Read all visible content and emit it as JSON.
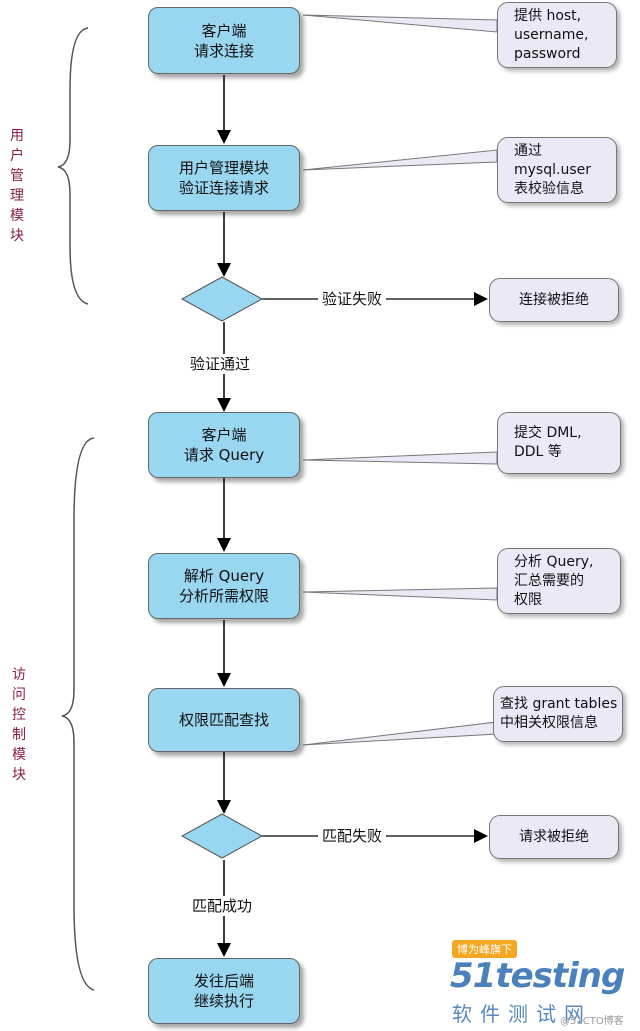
{
  "nodes": {
    "client_connect": [
      "客户端",
      "请求连接"
    ],
    "user_module_verify": [
      "用户管理模块",
      "验证连接请求"
    ],
    "client_query": [
      "客户端",
      "请求 Query"
    ],
    "parse_query": [
      "解析 Query",
      "分析所需权限"
    ],
    "permission_lookup": [
      "权限匹配查找"
    ],
    "execute_backend": [
      "发往后端",
      "继续执行"
    ]
  },
  "notes": {
    "host_info": [
      "提供 host,",
      "username,",
      "password"
    ],
    "mysql_user": [
      "通过",
      "mysql.user",
      "表校验信息"
    ],
    "dml_ddl": [
      "提交 DML,",
      "DDL 等"
    ],
    "analyze_query": [
      "分析 Query,",
      "汇总需要的",
      "权限"
    ],
    "grant_tables": [
      "查找 grant tables",
      "中相关权限信息"
    ]
  },
  "results": {
    "connection_rejected": "连接被拒绝",
    "request_rejected": "请求被拒绝"
  },
  "edge_labels": {
    "verify_failed": "验证失败",
    "verify_passed": "验证通过",
    "match_failed": "匹配失败",
    "match_success": "匹配成功"
  },
  "groups": {
    "user_management": [
      "用",
      "户",
      "管",
      "理",
      "模",
      "块"
    ],
    "access_control": [
      "访",
      "问",
      "控",
      "制",
      "模",
      "块"
    ]
  },
  "watermark": {
    "badge": "博为峰旗下",
    "brand": "51testing",
    "cn": "软件测试网",
    "credit": "@51CTO博客"
  },
  "colors": {
    "node_fill": "#99d6ef",
    "note_fill": "#ece9f7",
    "diamond_fill": "#99d6ef",
    "group_label": "#8b1f4a",
    "watermark_orange": "#f5a623",
    "watermark_blue": "#2b6cb0"
  }
}
